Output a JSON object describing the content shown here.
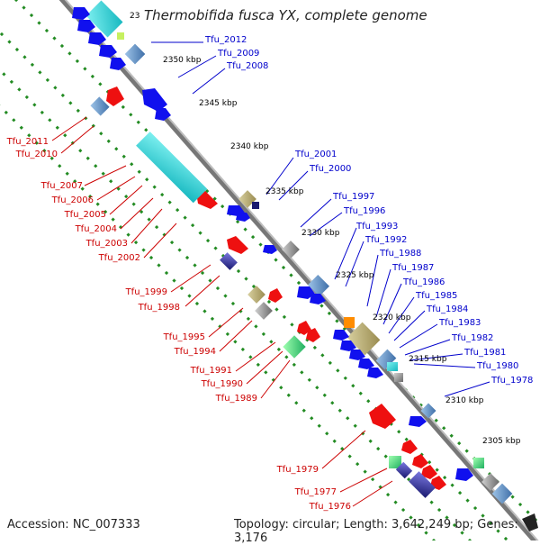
{
  "title": "Thermobifida fusca YX, complete genome",
  "title_stub": "23",
  "accession_text": "Accession: NC_007333",
  "topology_text": "Topology: circular; Length: 3,642,249 bp; Genes: 3,176",
  "colors": {
    "backbone": "#777777",
    "guide": "#228B22",
    "forward_label": "#0000cc",
    "reverse_label": "#cc0000",
    "kbp_label": "#000000"
  },
  "kbp_ticks": [
    "2350 kbp",
    "2345 kbp",
    "2340 kbp",
    "2335 kbp",
    "2330 kbp",
    "2325 kbp",
    "2320 kbp",
    "2315 kbp",
    "2310 kbp",
    "2305 kbp"
  ],
  "forward_genes": [
    "Tfu_2012",
    "Tfu_2009",
    "Tfu_2008",
    "Tfu_2001",
    "Tfu_2000",
    "Tfu_1997",
    "Tfu_1996",
    "Tfu_1993",
    "Tfu_1992",
    "Tfu_1988",
    "Tfu_1987",
    "Tfu_1986",
    "Tfu_1985",
    "Tfu_1984",
    "Tfu_1983",
    "Tfu_1982",
    "Tfu_1981",
    "Tfu_1980",
    "Tfu_1978"
  ],
  "reverse_genes": [
    "Tfu_2011",
    "Tfu_2010",
    "Tfu_2007",
    "Tfu_2006",
    "Tfu_2005",
    "Tfu_2004",
    "Tfu_2003",
    "Tfu_2002",
    "Tfu_1999",
    "Tfu_1998",
    "Tfu_1995",
    "Tfu_1994",
    "Tfu_1991",
    "Tfu_1990",
    "Tfu_1989",
    "Tfu_1979",
    "Tfu_1977",
    "Tfu_1976"
  ]
}
